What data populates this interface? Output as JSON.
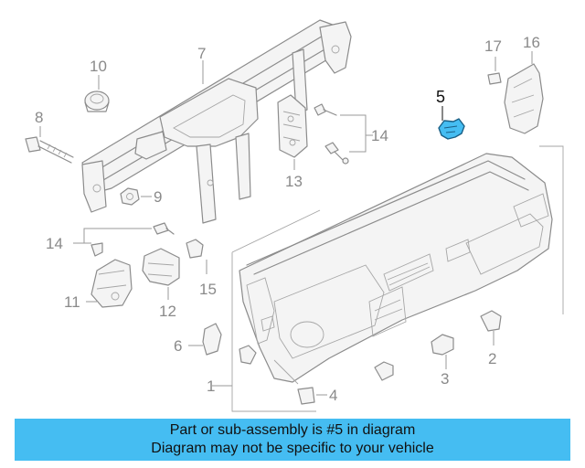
{
  "callouts": {
    "c1": "1",
    "c2": "2",
    "c3": "3",
    "c4": "4",
    "c5": "5",
    "c6": "6",
    "c7": "7",
    "c8": "8",
    "c9": "9",
    "c10": "10",
    "c11": "11",
    "c12": "12",
    "c13": "13",
    "c14a": "14",
    "c14b": "14",
    "c15": "15",
    "c16": "16",
    "c17": "17"
  },
  "highlighted_part": "5",
  "colors": {
    "highlight": "#45bdf2",
    "banner": "#45bdf2",
    "line_art": "#8c8c8c"
  },
  "banner": {
    "line1": "Part or sub-assembly is #5 in diagram",
    "line2": "Diagram may not be specific to your vehicle"
  }
}
